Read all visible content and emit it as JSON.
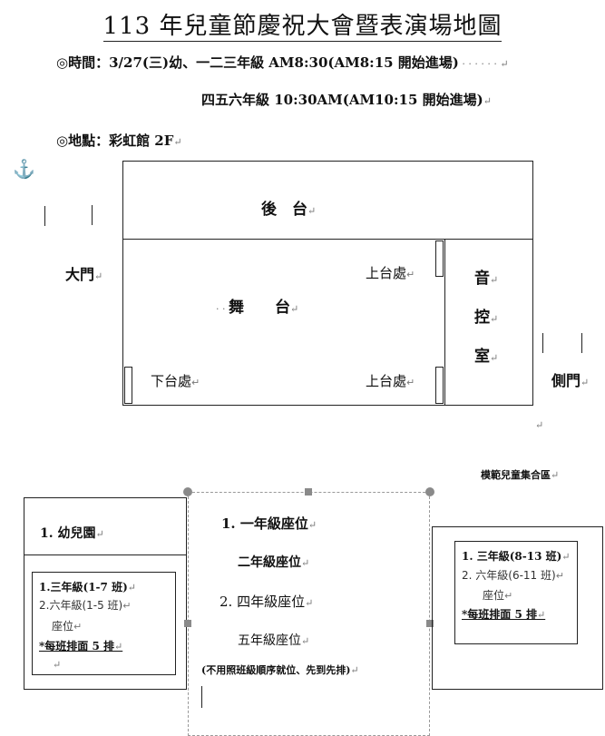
{
  "title": "113 年兒童節慶祝大會暨表演場地圖",
  "time_line": "◎時間：3/27(三)幼、一二三年級 AM8:30(AM8:15 開始進場)",
  "time_line2": "四五六年級 10:30AM(AM10:15 開始進場)",
  "place_line": "◎地點：彩虹館 2F",
  "anchor_icon": "⚓",
  "stage_map": {
    "backstage": "後　台",
    "stage": "舞　　台",
    "up_stage_top": "上台處",
    "up_stage_bottom": "上台處",
    "down_stage": "下台處",
    "sound_room": [
      "音",
      "控",
      "室"
    ],
    "main_gate": "大門",
    "side_gate": "側門"
  },
  "model_area": "模範兒童集合區",
  "left_panel": {
    "header": "1. 幼兒園",
    "line1": "1.三年級(1-7 班)",
    "line2": "2.六年級(1-5 班)",
    "line3": "座位",
    "note": "*每班排面 5 排"
  },
  "center_panel": {
    "line1": "1. 一年級座位",
    "line2": "二年級座位",
    "line3": "2. 四年級座位",
    "line4": "五年級座位",
    "note": "(不用照班級順序就位、先到先排)"
  },
  "right_panel": {
    "line1": "1. 三年級(8-13 班)",
    "line2": "2. 六年級(6-11 班)",
    "line3": "座位",
    "note": "*每班排面 5 排"
  }
}
